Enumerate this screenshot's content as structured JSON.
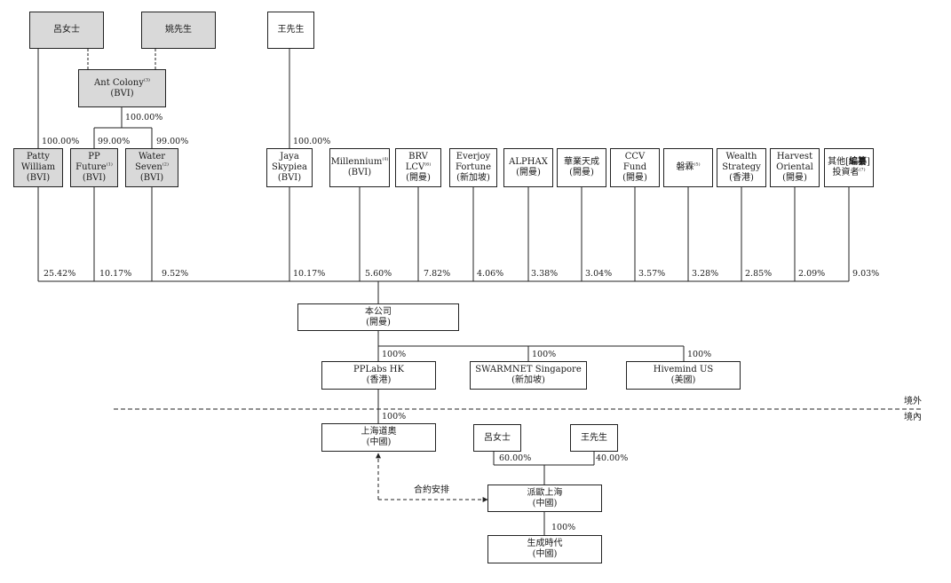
{
  "top_individuals": {
    "lv": "呂女士",
    "yao": "姚先生",
    "wang": "王先生"
  },
  "ant_colony": {
    "name": "Ant Colony",
    "note": "(3)",
    "place": "(BVI)"
  },
  "holders": {
    "patty": {
      "l1": "Patty",
      "l2": "William",
      "l3": "(BVI)"
    },
    "pp": {
      "l1": "PP",
      "l2": "Future",
      "note": "(1)",
      "l3": "(BVI)"
    },
    "water": {
      "l1": "Water",
      "l2": "Seven",
      "note": "(2)",
      "l3": "(BVI)"
    },
    "jaya": {
      "l1": "Jaya",
      "l2": "Skypiea",
      "l3": "(BVI)"
    },
    "millennium": {
      "l1": "Millennium",
      "note": "(4)",
      "l2": "(BVI)"
    },
    "brv": {
      "l1": "BRV",
      "l2": "LCV",
      "note": "(6)",
      "l3": "(開曼)"
    },
    "everjoy": {
      "l1": "Everjoy",
      "l2": "Fortune",
      "l3": "(新加坡)"
    },
    "alphax": {
      "l1": "ALPHAX",
      "l2": "(開曼)"
    },
    "huaye": {
      "l1": "華業天成",
      "l2": "(開曼)"
    },
    "ccv": {
      "l1": "CCV",
      "l2": "Fund",
      "l3": "(開曼)"
    },
    "yinlin": {
      "l1": "磐霖",
      "note": "(5)"
    },
    "wealth": {
      "l1": "Wealth",
      "l2": "Strategy",
      "l3": "(香港)"
    },
    "harvest": {
      "l1": "Harvest",
      "l2": "Oriental",
      "l3": "(開曼)"
    },
    "others": {
      "l1a": "其他[",
      "l1b": "編纂",
      "l1c": "]",
      "l2": "投資者",
      "note": "(7)"
    }
  },
  "ownership_pct": {
    "ant_to_subs": "100.00%",
    "lv_to_patty": "100.00%",
    "ant_to_pp": "99.00%",
    "ant_to_water": "99.00%",
    "wang_to_jaya": "100.00%",
    "patty": "25.42%",
    "pp": "10.17%",
    "water": "9.52%",
    "jaya": "10.17%",
    "millennium": "5.60%",
    "brv": "7.82%",
    "everjoy": "4.06%",
    "alphax": "3.38%",
    "huaye": "3.04%",
    "ccv": "3.57%",
    "yinlin": "3.28%",
    "wealth": "2.85%",
    "harvest": "2.09%",
    "others": "9.03%"
  },
  "company": {
    "name": "本公司",
    "place": "(開曼)"
  },
  "subsidiaries": {
    "pplabs": {
      "name": "PPLabs HK",
      "place": "(香港)",
      "pct": "100%"
    },
    "swarmnet": {
      "name": "SWARMNET Singapore",
      "place": "(新加坡)",
      "pct": "100%"
    },
    "hivemind": {
      "name": "Hivemind US",
      "place": "(美國)",
      "pct": "100%"
    }
  },
  "border": {
    "offshore": "境外",
    "onshore": "境內"
  },
  "onshore": {
    "shanghai_daoao": {
      "name": "上海道奧",
      "place": "(中國)",
      "pct": "100%"
    },
    "lv": "呂女士",
    "wang": "王先生",
    "lv_pct": "60.00%",
    "wang_pct": "40.00%",
    "contract": "合約安排",
    "paiou": {
      "name": "派歐上海",
      "place": "(中國)"
    },
    "shengcheng": {
      "name": "生成時代",
      "place": "(中國)",
      "pct": "100%"
    }
  }
}
